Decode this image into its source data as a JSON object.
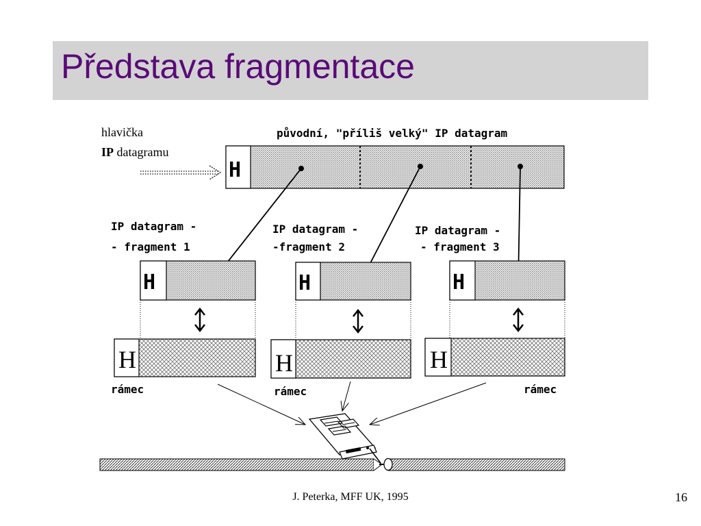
{
  "slide": {
    "title": "Představa fragmentace",
    "footer": "J. Peterka, MFF UK, 1995",
    "page_number": "16"
  },
  "diagram": {
    "header_label_line1": "hlavička",
    "header_label_line2_bold": "IP",
    "header_label_line2_rest": "datagramu",
    "original_label": "původní, \"příliš velký\" IP datagram",
    "header_glyph": "H",
    "fragments": [
      {
        "label_line1": "IP datagram -",
        "label_line2": "- fragment 1"
      },
      {
        "label_line1": "IP datagram -",
        "label_line2": "-fragment 2"
      },
      {
        "label_line1": "IP datagram -",
        "label_line2": "- fragment 3"
      }
    ],
    "frame_label": "rámec"
  }
}
